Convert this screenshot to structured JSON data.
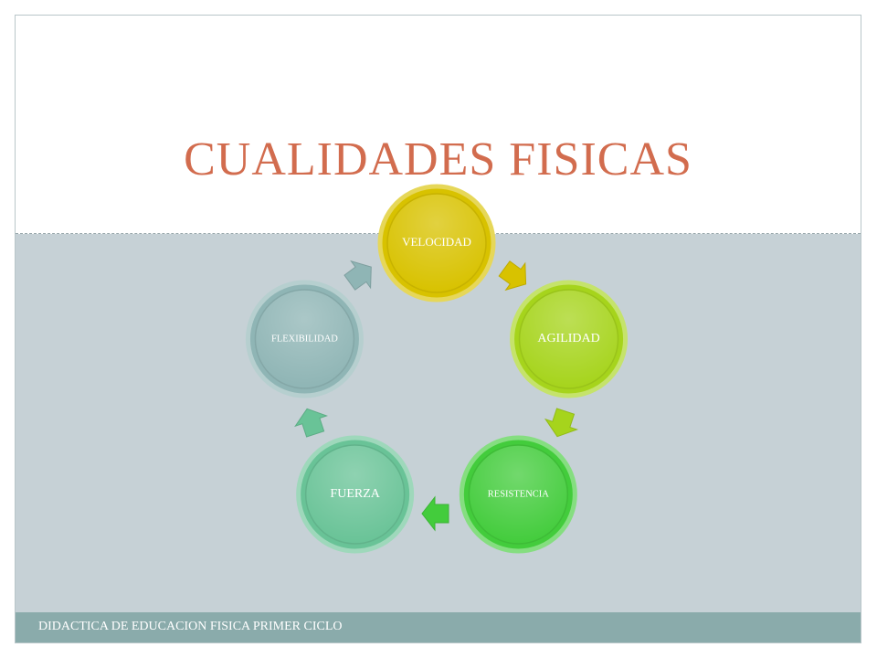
{
  "slide": {
    "title": "CUALIDADES FISICAS",
    "footer": "DIDACTICA DE EDUCACION FISICA PRIMER CICLO"
  },
  "cycle": {
    "nodes": [
      {
        "label": "VELOCIDAD",
        "color": "#d8c200"
      },
      {
        "label": "AGILIDAD",
        "color": "#a6d41c"
      },
      {
        "label": "RESISTENCIA",
        "color": "#43cc3c"
      },
      {
        "label": "FUERZA",
        "color": "#69c397"
      },
      {
        "label": "FLEXIBILIDAD",
        "color": "#8fb5b5"
      }
    ],
    "arrow_colors": [
      "#d8c200",
      "#a6d41c",
      "#43cc3c",
      "#69c397",
      "#8fb5b5"
    ]
  },
  "colors": {
    "title": "#d26c4e",
    "body_background": "#c6d1d6",
    "footer_background": "#8aabab"
  }
}
